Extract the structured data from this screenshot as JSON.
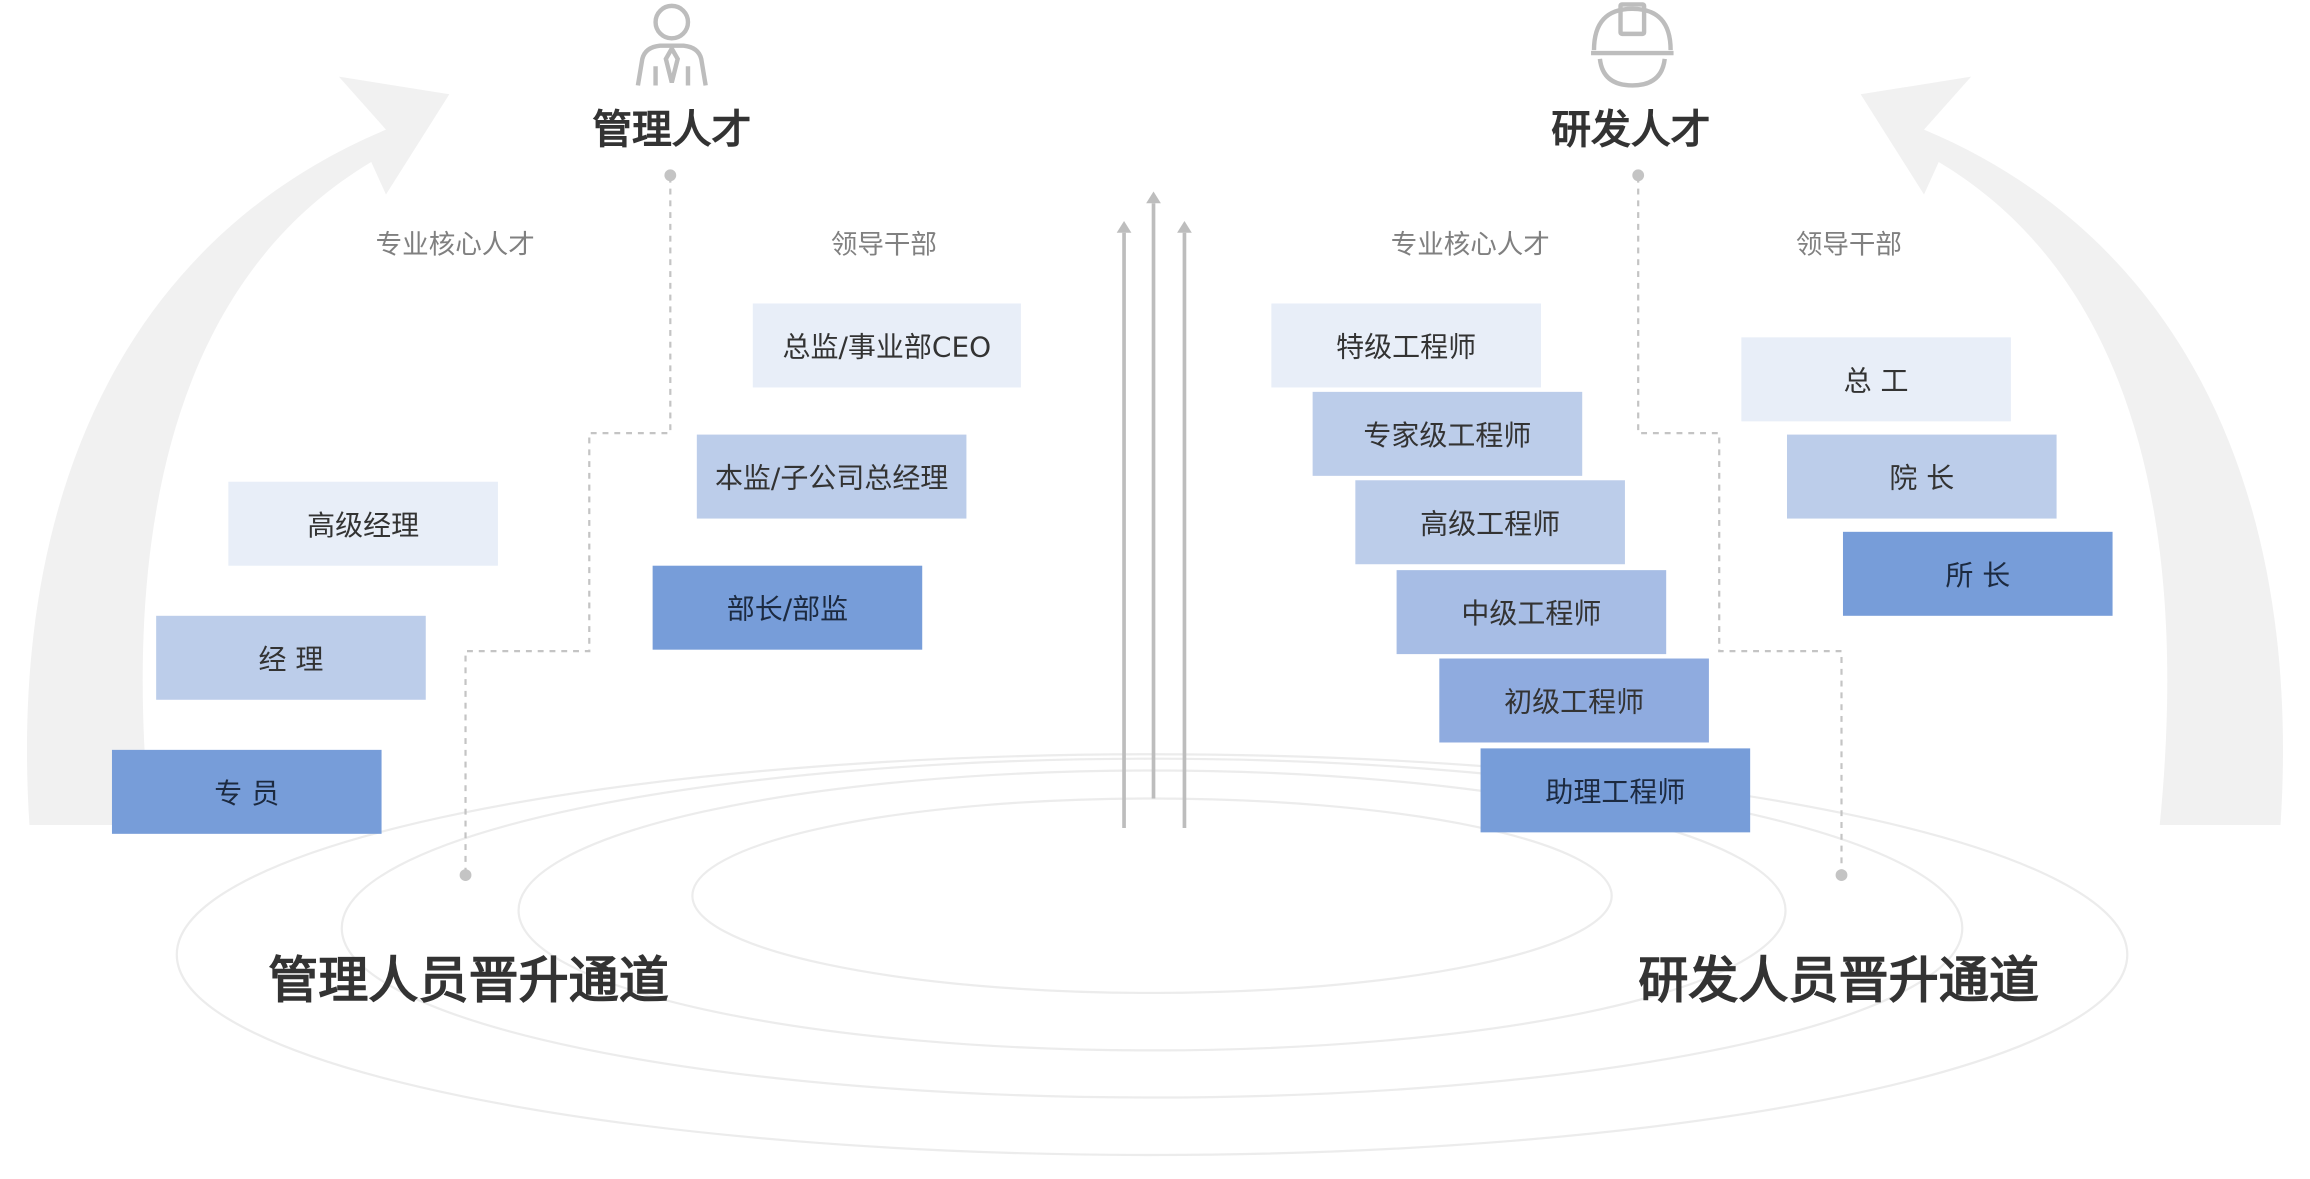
{
  "management": {
    "heading": "管理人才",
    "channel_title": "管理人员晋升通道",
    "categories": [
      "专业核心人才",
      "领导干部"
    ],
    "professional": [
      "高级经理",
      "经 理",
      "专 员"
    ],
    "leadership": [
      "总监/事业部CEO",
      "本监/子公司总经理",
      "部长/部监"
    ]
  },
  "rnd": {
    "heading": "研发人才",
    "channel_title": "研发人员晋升通道",
    "categories": [
      "专业核心人才",
      "领导干部"
    ],
    "professional": [
      "特级工程师",
      "专家级工程师",
      "高级工程师",
      "中级工程师",
      "初级工程师",
      "助理工程师"
    ],
    "leadership": [
      "总 工",
      "院 长",
      "所 长"
    ]
  },
  "icons": {
    "management": "person-with-tie-icon",
    "rnd": "hard-hat-icon"
  }
}
